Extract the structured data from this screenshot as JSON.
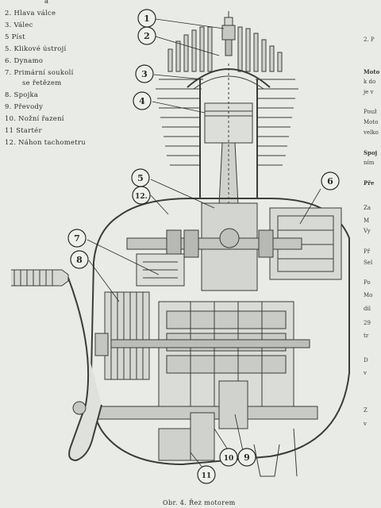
{
  "legend": {
    "items": [
      {
        "label": "a"
      },
      {
        "label": "2. Hlava válce"
      },
      {
        "label": "3. Válec"
      },
      {
        "label": "5  Píst"
      },
      {
        "label": "5. Klikové ústrojí"
      },
      {
        "label": "6. Dynamo"
      },
      {
        "label": "7. Primární soukolí"
      },
      {
        "label": "se řetězem"
      },
      {
        "label": "8. Spojka"
      },
      {
        "label": "9. Převody"
      },
      {
        "label": "10. Nožní řazení"
      },
      {
        "label": "11  Startér"
      },
      {
        "label": "12. Náhon tachometru"
      }
    ]
  },
  "callouts": [
    {
      "n": "1"
    },
    {
      "n": "2"
    },
    {
      "n": "3"
    },
    {
      "n": "4"
    },
    {
      "n": "5"
    },
    {
      "n": "6"
    },
    {
      "n": "7"
    },
    {
      "n": "8"
    },
    {
      "n": "9"
    },
    {
      "n": "10"
    },
    {
      "n": "11"
    },
    {
      "n": "12."
    }
  ],
  "right_column": {
    "fragments": [
      "2. P",
      "Moto",
      "k do",
      "je v",
      "Použ",
      "Moto",
      "velko",
      "Spoj",
      "ním",
      "Pře",
      "Za",
      "M",
      "Vy",
      "Př",
      "Sel",
      "Po",
      "Mo",
      "dil",
      "29",
      "tr",
      "D",
      "v",
      "Z",
      "v"
    ]
  },
  "caption": "Obr. 4. Řez motorem"
}
